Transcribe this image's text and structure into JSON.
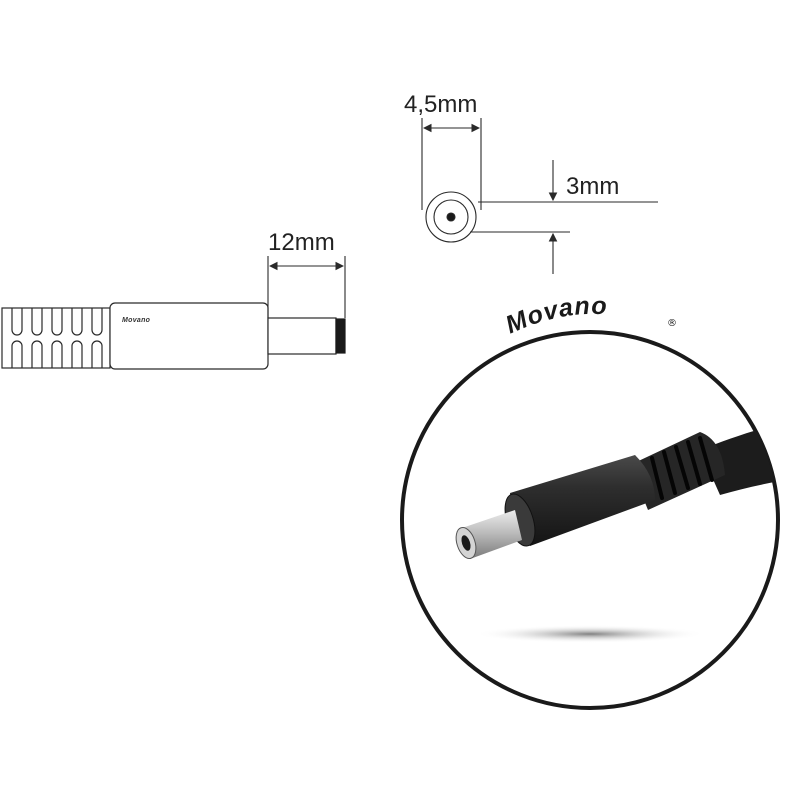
{
  "dimensions": {
    "length": "12mm",
    "outer_diameter": "4,5mm",
    "inner_diameter": "3mm"
  },
  "brand": {
    "name": "Movano",
    "logo_text": "Movano",
    "registered_mark": "®"
  },
  "colors": {
    "line": "#2a2a2a",
    "background": "#ffffff",
    "plug_body": "#2b2b2b"
  }
}
